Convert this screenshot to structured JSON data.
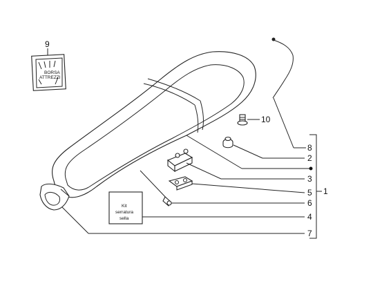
{
  "callouts": {
    "n1": "1",
    "n2": "2",
    "n3": "3",
    "n4": "4",
    "n5": "5",
    "n6": "6",
    "n7": "7",
    "n8": "8",
    "n9": "9",
    "n10": "10"
  },
  "bag_label": {
    "line1": "BORSA",
    "line2": "ATTREZZI"
  },
  "kit_label": {
    "line1": "Kit",
    "line2": "serratura",
    "line3": "sella"
  }
}
